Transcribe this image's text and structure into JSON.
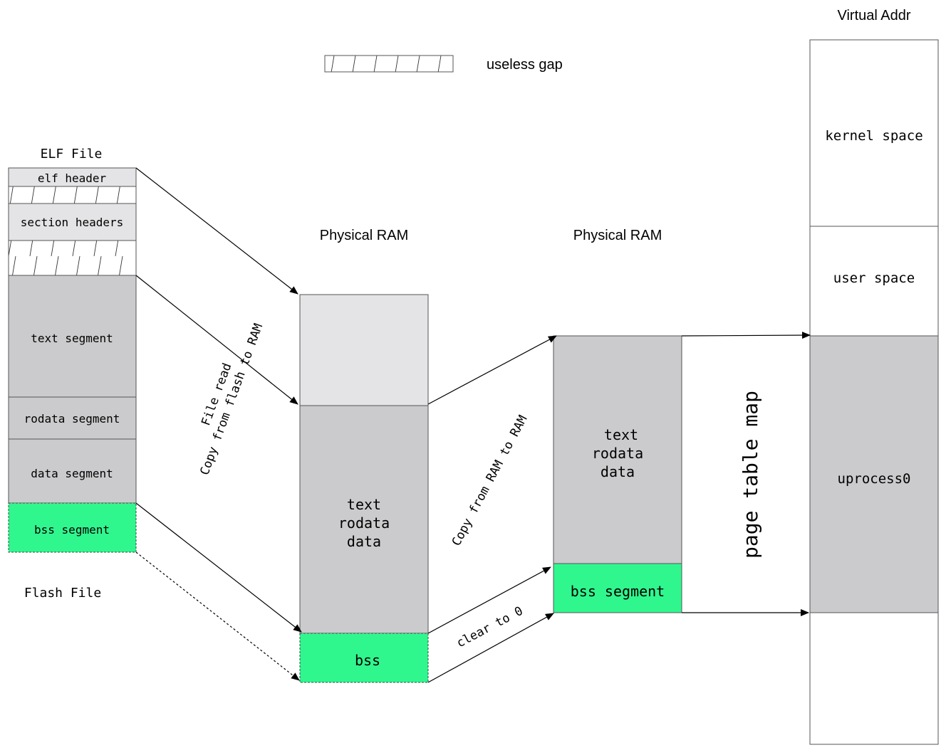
{
  "legend": {
    "gap_label": "useless gap"
  },
  "elf": {
    "title": "ELF File",
    "elf_header": "elf header",
    "section_headers": "section headers",
    "text_segment": "text segment",
    "rodata_segment": "rodata segment",
    "data_segment": "data segment",
    "bss_segment": "bss segment",
    "footer": "Flash File"
  },
  "ram1": {
    "title": "Physical RAM",
    "main_lines": [
      "text",
      "rodata",
      "data"
    ],
    "bss_label": "bss"
  },
  "ram2": {
    "title": "Physical RAM",
    "main_lines": [
      "text",
      "rodata",
      "data"
    ],
    "bss_label": "bss segment"
  },
  "virtual": {
    "title": "Virtual Addr",
    "kernel_space": "kernel space",
    "user_space": "user space",
    "uprocess": "uprocess0"
  },
  "annotations": {
    "file_read": "File read",
    "copy_flash": "Copy from flash to RAM",
    "copy_ram": "Copy from RAM to RAM",
    "clear": "clear to 0",
    "page_table": "page table map"
  },
  "colors": {
    "light_gray": "#e4e4e6",
    "mid_gray": "#cbcbcd",
    "green": "#30f68e",
    "border": "#555555"
  }
}
